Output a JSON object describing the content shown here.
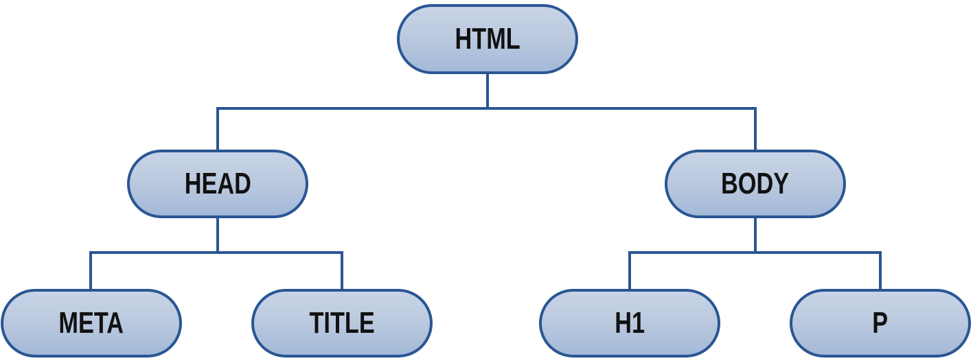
{
  "diagram": {
    "tree": {
      "root": {
        "label": "HTML",
        "children": [
          {
            "label": "HEAD",
            "children": [
              {
                "label": "META"
              },
              {
                "label": "TITLE"
              }
            ]
          },
          {
            "label": "BODY",
            "children": [
              {
                "label": "H1"
              },
              {
                "label": "P"
              }
            ]
          }
        ]
      }
    },
    "colors": {
      "background": "#FFFFFF",
      "node_border": "#2A5693",
      "node_fill_top": "#C8D3E6",
      "node_fill_bottom": "#A3B9D8",
      "connector": "#2A5693",
      "label_text": "#111111"
    }
  }
}
